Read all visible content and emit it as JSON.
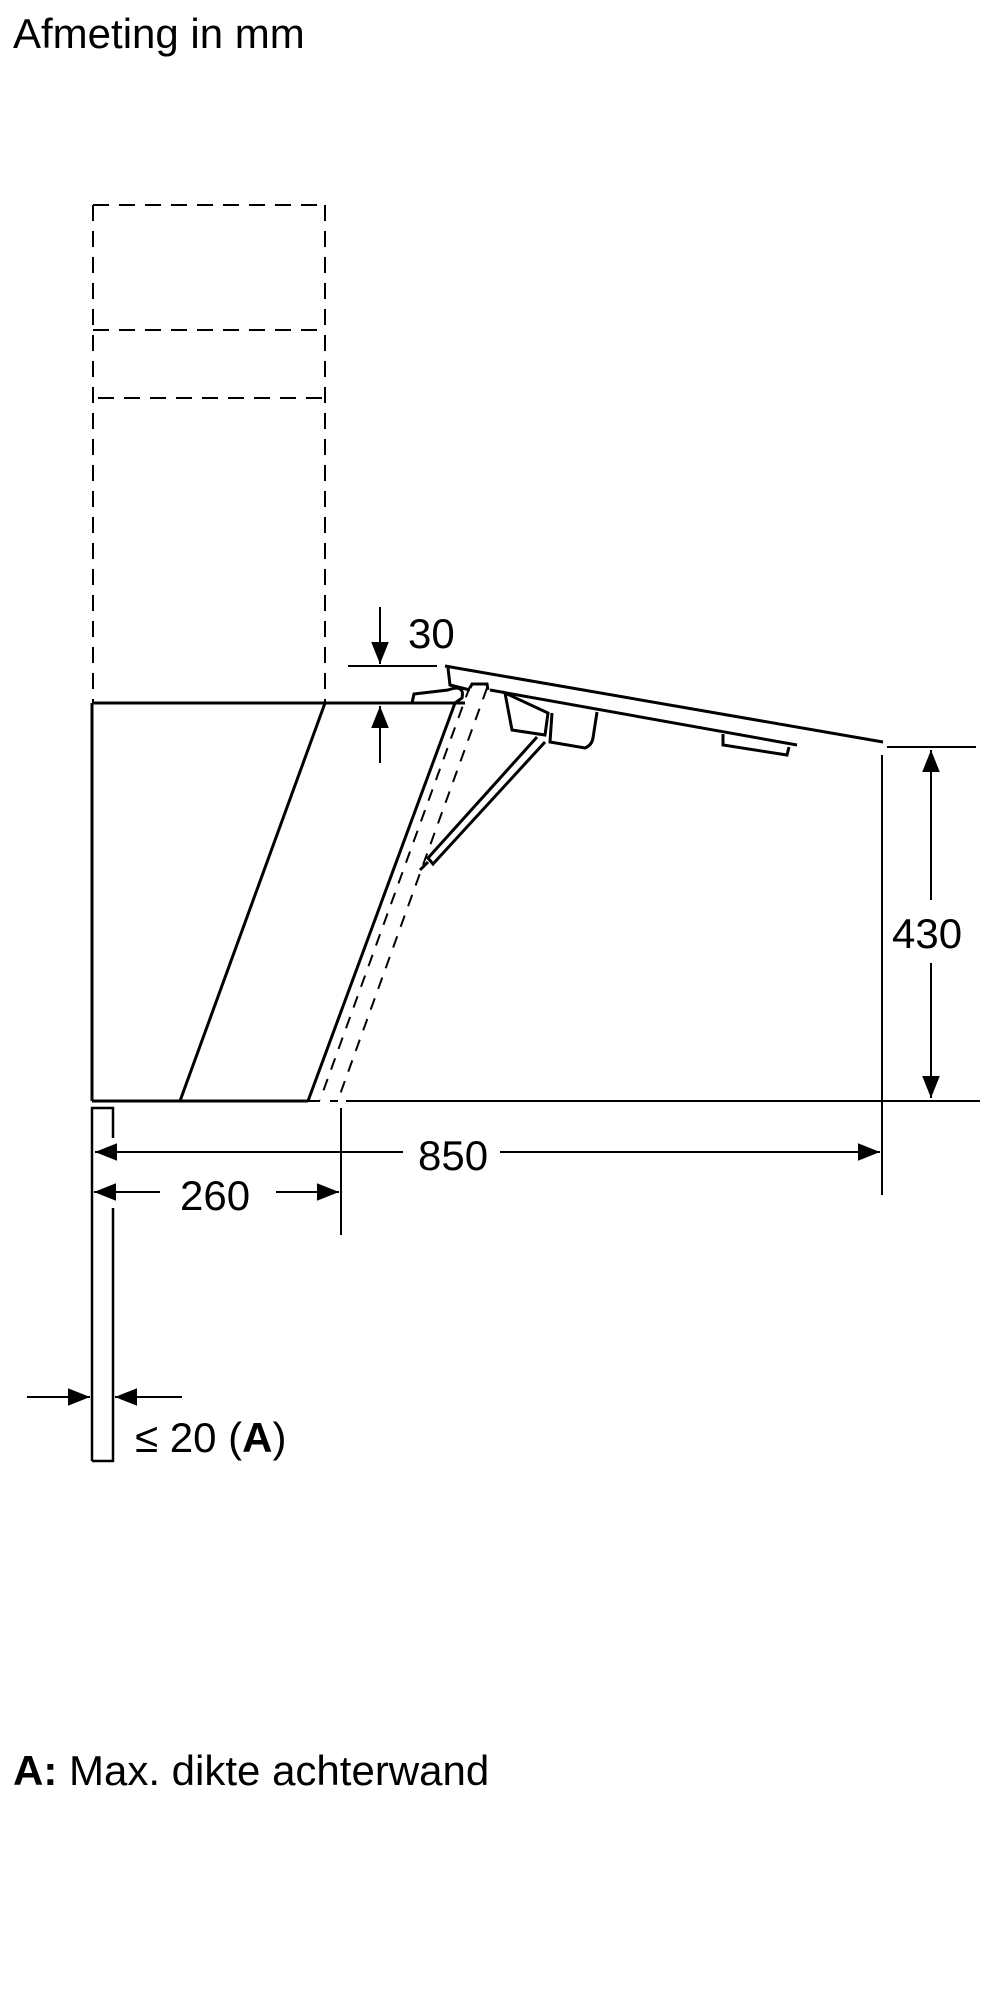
{
  "header": {
    "title": "Afmeting in mm"
  },
  "dimensions": {
    "panel_gap": "30",
    "height": "430",
    "depth": "850",
    "cabinet_depth": "260",
    "wall_thickness_prefix": "≤ 20 (",
    "wall_thickness_ref": "A",
    "wall_thickness_suffix": ")"
  },
  "legend": {
    "key": "A:",
    "text": "Max. dikte achterwand"
  },
  "colors": {
    "line": "#000000",
    "background": "#ffffff"
  }
}
